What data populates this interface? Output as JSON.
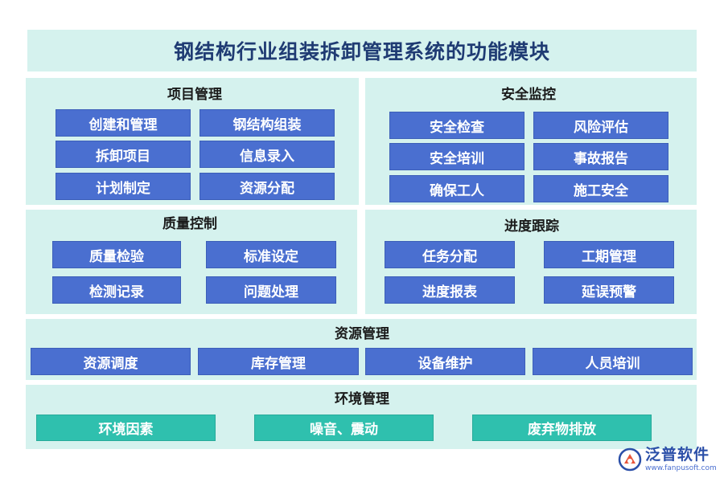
{
  "title": "钢结构行业组装拆卸管理系统的功能模块",
  "sections": {
    "project": {
      "title": "项目管理",
      "items": [
        "创建和管理",
        "钢结构组装",
        "拆卸项目",
        "信息录入",
        "计划制定",
        "资源分配"
      ]
    },
    "safety": {
      "title": "安全监控",
      "items": [
        "安全检查",
        "风险评估",
        "安全培训",
        "事故报告",
        "确保工人",
        "施工安全"
      ]
    },
    "quality": {
      "title": "质量控制",
      "items": [
        "质量检验",
        "标准设定",
        "检测记录",
        "问题处理"
      ]
    },
    "progress": {
      "title": "进度跟踪",
      "items": [
        "任务分配",
        "工期管理",
        "进度报表",
        "延误预警"
      ]
    },
    "resource": {
      "title": "资源管理",
      "items": [
        "资源调度",
        "库存管理",
        "设备维护",
        "人员培训"
      ]
    },
    "environment": {
      "title": "环境管理",
      "items": [
        "环境因素",
        "噪音、震动",
        "废弃物排放"
      ]
    }
  },
  "logo": {
    "name": "泛普软件",
    "url": "www.fanpusoft.com"
  },
  "colors": {
    "panel": "#d5f2ee",
    "box_blue": "#4a6fd0",
    "box_teal": "#2fc0ae",
    "title_text": "#1f3b73"
  }
}
